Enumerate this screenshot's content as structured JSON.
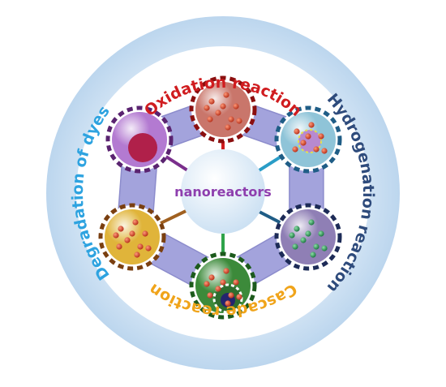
{
  "center_label": "nanoreactors",
  "ring_labels": {
    "top": "Oxidation reaction",
    "right": "Hydrogenation reaction",
    "bottom": "Cascade reaction",
    "left": "Degradation of dyes"
  },
  "colors": {
    "outer_ring": "#cfe2f3",
    "inner_ring": "#a3a3dc",
    "center": "#d9e9f7",
    "oxidation": "#d01c1f",
    "hydrogenation": "#2e4b7c",
    "cascade": "#f0a41a",
    "dyes": "#2ea3e0",
    "center_text": "#8e3fae"
  },
  "nanoreactors": [
    {
      "name": "top",
      "color": "#c9766b",
      "connector": "#d01c1f",
      "border": "#8b0f0f"
    },
    {
      "name": "upper-right",
      "color": "#8fc4d8",
      "connector": "#2a9dc7",
      "border": "#1f5d86"
    },
    {
      "name": "lower-right",
      "color": "#8f7fb5",
      "connector": "#1f5d86",
      "border": "#1d2b57"
    },
    {
      "name": "bottom",
      "color": "#3c8a3a",
      "connector": "#2ea34a",
      "border": "#1c5a1c"
    },
    {
      "name": "lower-left",
      "color": "#e0b43a",
      "connector": "#a06020",
      "border": "#7a3f10"
    },
    {
      "name": "upper-left",
      "color": "#b37ad1",
      "connector": "#7a2f8c",
      "border": "#5a2370"
    }
  ]
}
